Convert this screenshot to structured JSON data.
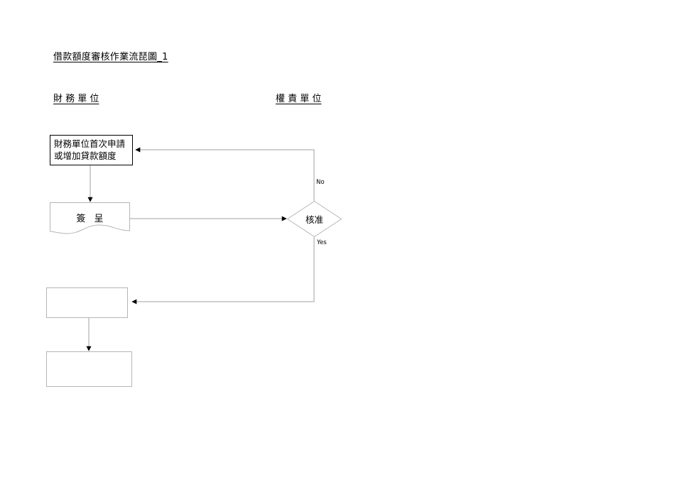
{
  "document": {
    "title": "借款額度審核作業流琵圖_1"
  },
  "lanes": [
    {
      "id": "finance-unit",
      "label": "財 務 單 位"
    },
    {
      "id": "authority-unit",
      "label": "權 責 單 位"
    }
  ],
  "nodes": [
    {
      "id": "request",
      "type": "process",
      "label": "財務單位首次申請\n或增加貸款額度",
      "lane": "finance-unit"
    },
    {
      "id": "document",
      "type": "document",
      "label": "簽 呈",
      "lane": "finance-unit"
    },
    {
      "id": "decision",
      "type": "decision",
      "label": "核准",
      "lane": "authority-unit"
    },
    {
      "id": "blank-1",
      "type": "process",
      "label": "",
      "lane": "finance-unit"
    },
    {
      "id": "blank-2",
      "type": "process",
      "label": "",
      "lane": "finance-unit"
    }
  ],
  "edges": [
    {
      "id": "request-to-document",
      "from": "request",
      "to": "document",
      "label": ""
    },
    {
      "id": "document-to-decision",
      "from": "document",
      "to": "decision",
      "label": ""
    },
    {
      "id": "decision-no-to-request",
      "from": "decision",
      "to": "request",
      "label": "No"
    },
    {
      "id": "decision-yes-to-blank-1",
      "from": "decision",
      "to": "blank-1",
      "label": "Yes"
    },
    {
      "id": "blank-1-to-blank-2",
      "from": "blank-1",
      "to": "blank-2",
      "label": ""
    }
  ],
  "colors": {
    "page_background": "#ffffff",
    "text": "#000000",
    "shape_border_black": "#000000",
    "shape_border_gray": "#b5b5b5",
    "connector_line": "#a0a0a0",
    "arrowhead": "#000000"
  }
}
